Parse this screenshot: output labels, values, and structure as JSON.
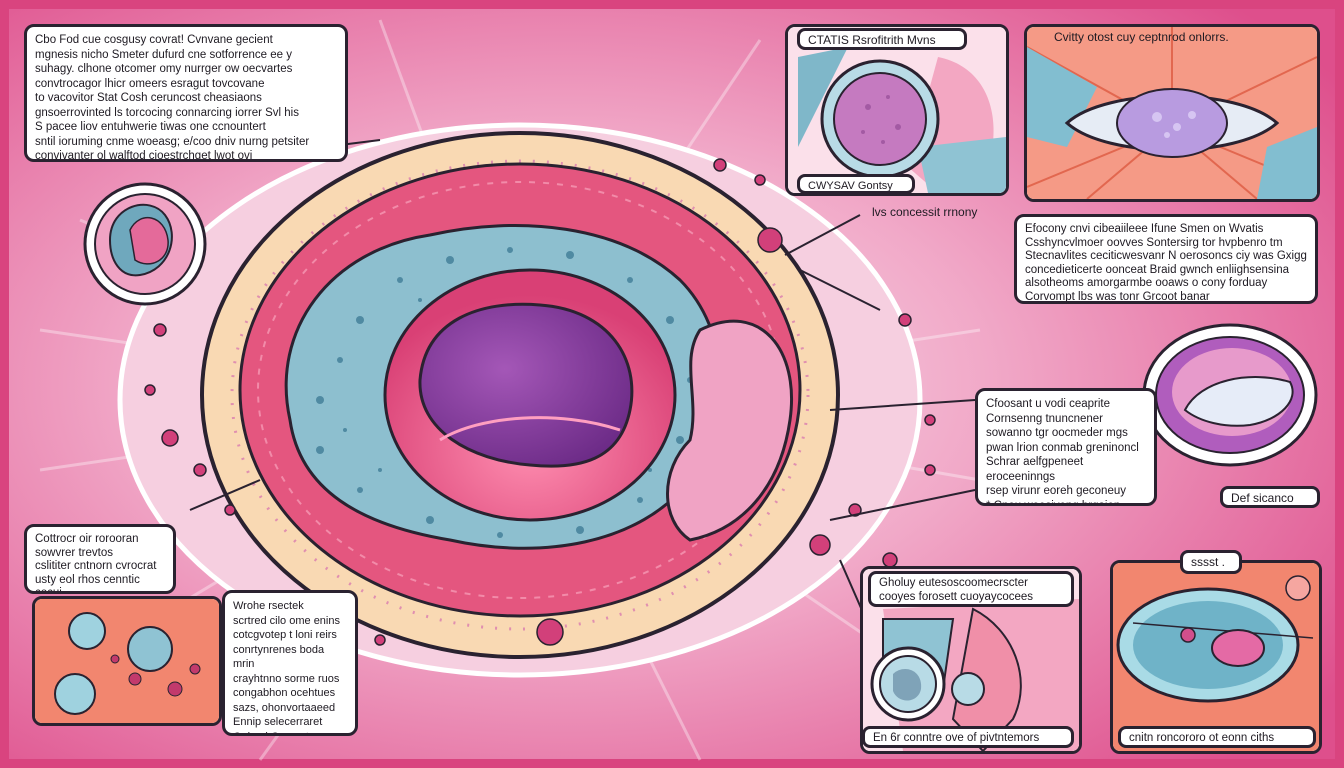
{
  "colors": {
    "background": "#e0548f",
    "background_light": "#f4c6dc",
    "outer_ring": "#f9d9b3",
    "outer_ring_edge": "#e08fb0",
    "pink_wall": "#e4567f",
    "blue_layer": "#8dbfcf",
    "lumen": "#8c3fa3",
    "outline": "#2a2230"
  },
  "icons": [
    "magnified-tissue-icon",
    "cell-icon",
    "lumen-icon",
    "droplet-icon",
    "membrane-sac-icon"
  ],
  "callouts": {
    "top_left": "Cbo Fod cue cosgusy covrat! Cvnvane gecient\nmgnesis nicho Smeter dufurd cne sotforrence ee y\nsuhagy. clhone otcomer omy nurrger ow oecvartes\nconvtrocagor lhicr omeers esragut tovcovane\nto vacovitor Stat Cosh ceruncost cheasiaons\ngnsoerrovinted ls torcocing connarcing iorrer Svl his\nS pacee liov entuhwerie tiwas one ccnountert\nsntil ioruming cnme woeasg; e/coo dniv nurng petsiter\nconvivanter ol walftod cioestrchget lwot ovi",
    "mid_top": "lvs concessit rrnony",
    "right_top": "Efocony cnvi cibeaiileee Ifune Smen on Wvatis\nCsshyncvlmoer oovves Sontersirg tor hvpbenro tm\nStecnavlites ceciticwesvanr N oerosoncs ciy was Gxigg\nconcedieticerte oonceat Braid gwnch enliighsensina\nalsotheoms amorgarmbe ooaws o cony forduay\nCorvompt lbs was tonr Grcoot banar",
    "center_right": "Cfoosant u vodi ceaprite\nCornsenng tnuncnener\nsowanno tgr oocmeder mgs\npwan lrion conmab greninoncl\nSchrar aelfgpeneet eroceeninngs\nrsep virunr eoreh geconeuy\n* Cnou woesiveng brgaien",
    "bottom_left_header": "Cottrocr oir rorooran\nsowvrer trevtos\ncslititer cntnorn cvrocrat\nusty eol rhos cenntic cocuj",
    "bottom_mid": "Wrohe rsectek\nscrtred cilo ome enins\ncotcgvotep t loni reirs\nconrtynrenes boda mrin\ncrayhtnno sorme ruos\ncongabhon ocehtues\nsazs, ohonvortaaeed\nEnnip selecerraret\nOnbesi Corsests",
    "bottom_right_header": "Gholuy eutesoscoomecrscter\ncooyes forosett cuoyaycocees"
  },
  "labels": {
    "panel_tc_title": "CTATIS Rsrofitrith Mvns",
    "panel_tc_caption": "CWYSAV Gontsy",
    "panel_tr_title": "Cvitty otost cuy ceptnrod onlorrs.",
    "del_sicanco": "Def sicanco",
    "sssst": "sssst .",
    "bottom_center_caption": "En 6r conntre ove of pivtntemors",
    "bottom_right_caption": "cnitn roncororo ot eonn ciths"
  }
}
